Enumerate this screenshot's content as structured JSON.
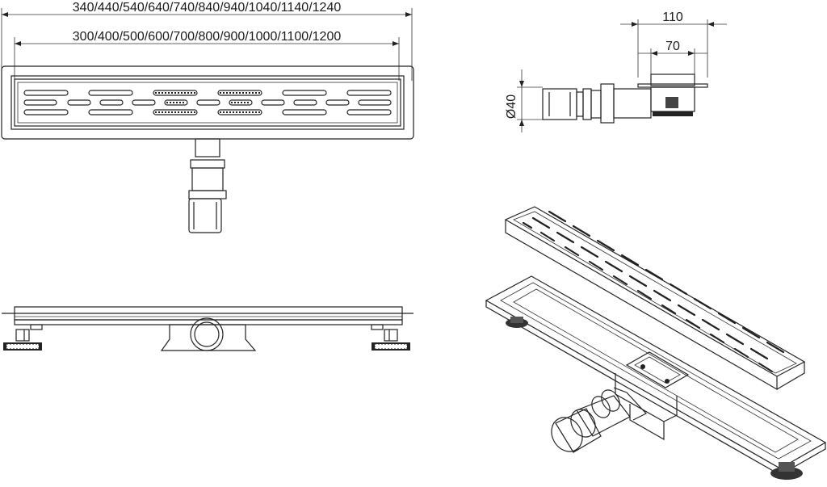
{
  "dimensions": {
    "outer_lengths": "340/440/540/640/740/840/940/1040/1140/1240",
    "inner_lengths": "300/400/500/600/700/800/900/1000/1100/1200",
    "side_width": "110",
    "side_inner": "70",
    "outlet_diameter": "Ø40"
  },
  "colors": {
    "line": "#222222",
    "background": "#ffffff"
  }
}
